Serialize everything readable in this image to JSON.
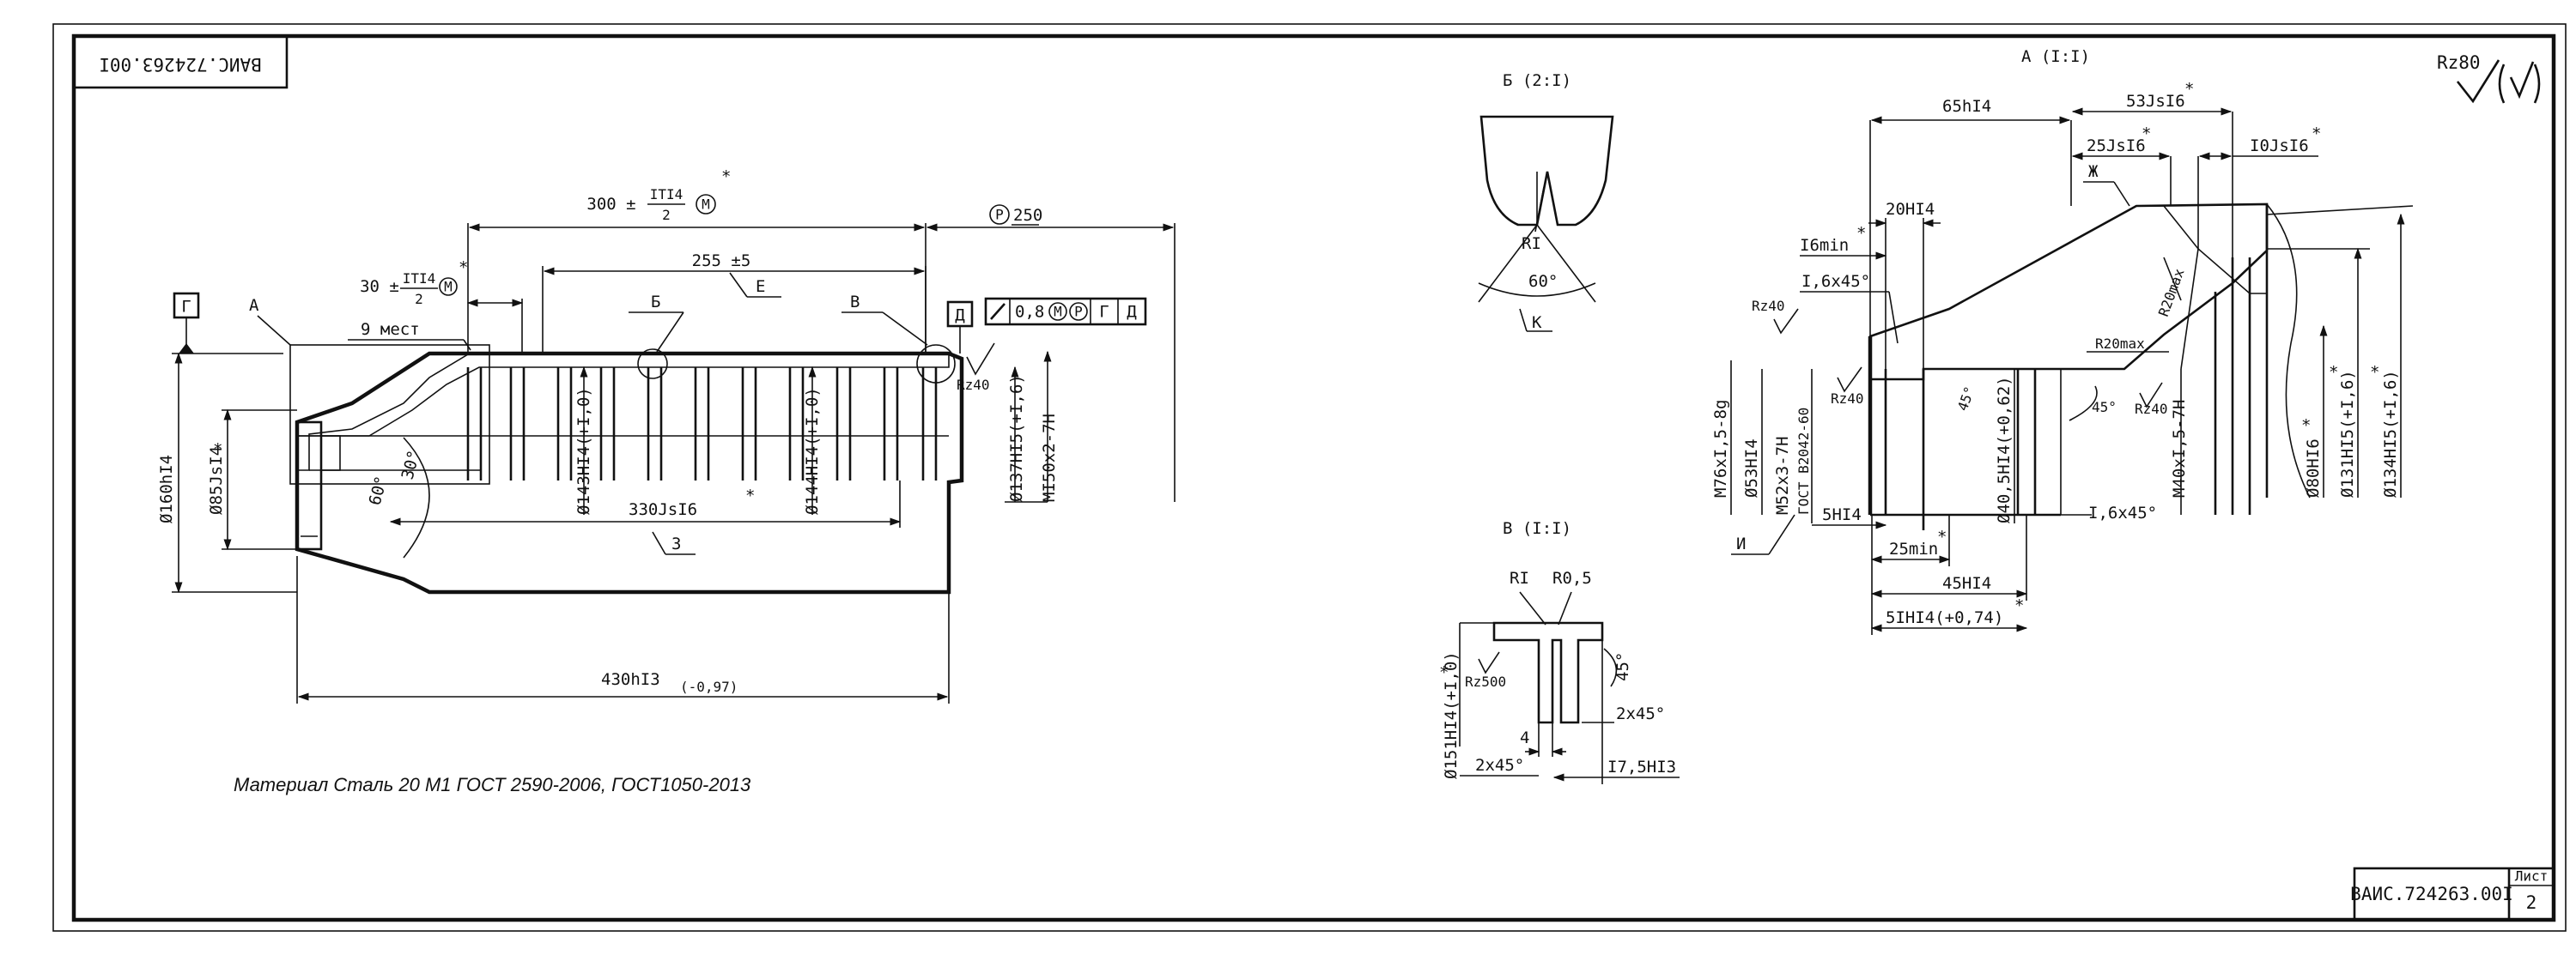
{
  "title_block": {
    "doc_number": "ВАИС.724263.00I",
    "doc_number_rotated": "ВАИС.724263.00I",
    "sheet_label": "Лист",
    "sheet_number": "2"
  },
  "material_note": "Материал Сталь 20 М1 ГОСТ 2590-2006, ГОСТ1050-2013",
  "roughness_general": "Rz80",
  "main_view": {
    "datum_g": "Г",
    "datum_d": "Д",
    "detail_a_ref": "А",
    "detail_b_ref": "Б",
    "detail_v_ref": "В",
    "label_e": "Е",
    "label_z": "З",
    "dims": {
      "d300_main": "300 ±",
      "d300_num": "ITI4",
      "d300_den": "2",
      "d30_main": "30 ±",
      "d30_num": "ITI4",
      "d30_den": "2",
      "nine_places": "9 мест",
      "d255": "255 ±5",
      "p250": "250",
      "d60": "60°",
      "d30deg": "30°",
      "d160": "Ø160hI4",
      "d85": "Ø85JsI4",
      "d143": "Ø143HI4(+I,0)",
      "d144": "Ø144HI4(+I,0)",
      "d137": "Ø137HI5(+I,6)",
      "m150": "MI50x2-7H",
      "d330": "330JsI6",
      "d430": "430hI3",
      "d430_tol": "(-0,97)",
      "rz40": "Rz40"
    },
    "tolerance_frame": [
      "0,8",
      "Г",
      "Д"
    ],
    "symbols": {
      "modifier_m": "М",
      "modifier_p": "Р",
      "star": "*"
    }
  },
  "detail_b": {
    "title": "Б (2:I)",
    "r1": "RI",
    "angle": "60°",
    "label_k": "К"
  },
  "detail_v": {
    "title": "В (I:I)",
    "r1": "RI",
    "r05": "R0,5",
    "angle45": "45°",
    "chamfer1": "2x45°",
    "chamfer2": "2x45°",
    "d4": "4",
    "d175": "I7,5HI3",
    "d151": "Ø151HI4(+I,0)",
    "rz500": "Rz500"
  },
  "detail_a": {
    "title": "А (I:I)",
    "d65": "65hI4",
    "d53": "53JsI6",
    "d25": "25JsI6",
    "d10": "I0JsI6",
    "label_zh": "Ж",
    "d20": "20HI4",
    "d16": "I6min",
    "ch16_a": "I,6x45°",
    "ch16_b": "I,6x45°",
    "rz40_a": "Rz40",
    "rz40_b": "Rz40",
    "rz40_c": "Rz40",
    "r20_a": "R20max",
    "r20_b": "R20max",
    "a45_a": "45°",
    "a45_b": "45°",
    "m76": "M76xI,5-8g",
    "d53h": "Ø53HI4",
    "m52": "M52x3-7H",
    "gost": "ГОСТ B2042-60",
    "label_i": "И",
    "d5": "5HI4",
    "d25min": "25min",
    "d45": "45HI4",
    "d51": "5IHI4(+0,74)",
    "d405": "Ø40,5HI4(+0,62)",
    "m40": "M40xI,5-7H",
    "d80": "Ø80HI6",
    "d131": "Ø131HI5(+I,6)",
    "d134": "Ø134HI5(+I,6)"
  }
}
